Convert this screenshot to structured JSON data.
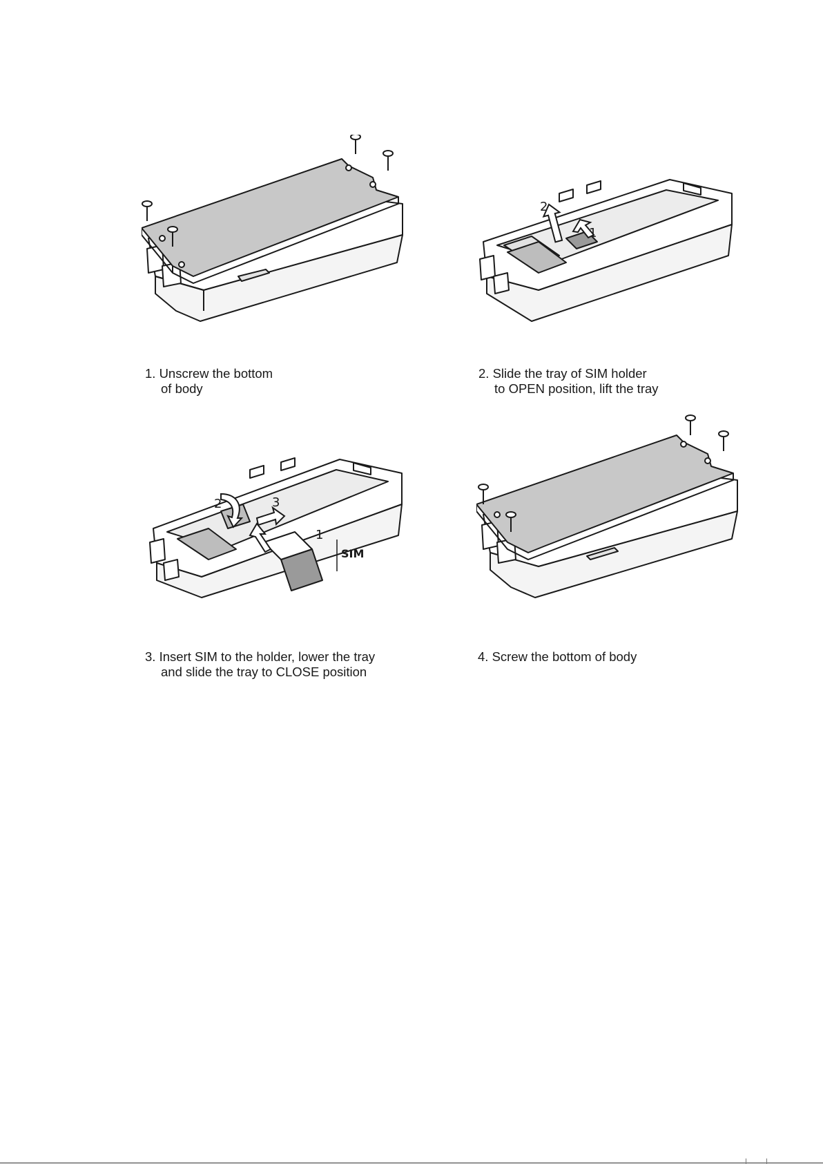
{
  "steps": [
    {
      "line1": "1. Unscrew the bottom",
      "line2": "of body"
    },
    {
      "line1": "2. Slide the tray of SIM holder",
      "line2": "to OPEN position, lift the tray"
    },
    {
      "line1": "3. Insert SIM to the holder, lower the tray",
      "line2": "and slide the tray to CLOSE position"
    },
    {
      "line1": "4. Screw the bottom of body",
      "line2": ""
    }
  ],
  "callouts": {
    "step2": [
      "1",
      "2"
    ],
    "step3": [
      "1",
      "2",
      "3"
    ]
  },
  "sim_label": "SIM",
  "icons": [
    "screw-icon",
    "arrow-icon",
    "sim-card-icon"
  ],
  "colors": {
    "line": "#1a1a1a",
    "lid": "#c8c8c8",
    "body": "#ffffff",
    "shade": "#e2e2e2"
  }
}
